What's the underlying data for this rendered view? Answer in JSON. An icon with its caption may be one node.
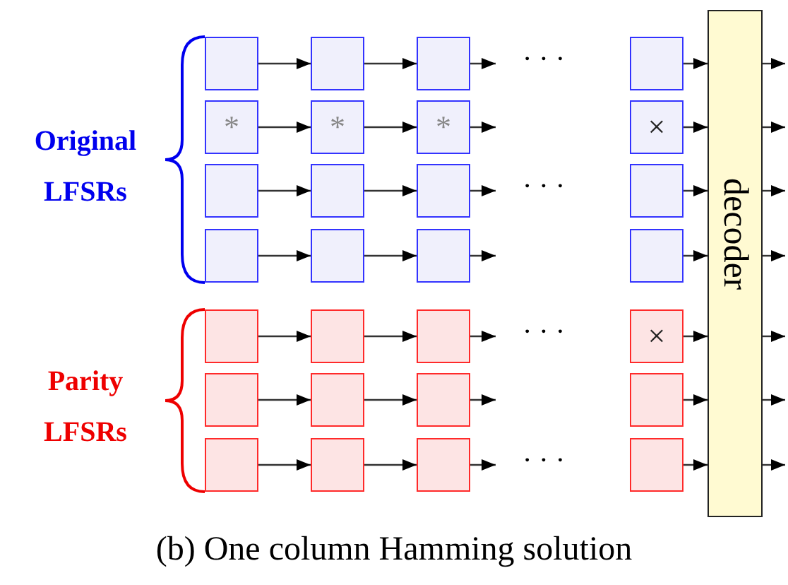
{
  "diagram": {
    "caption": "(b) One column Hamming solution",
    "nodes": [
      {
        "text": [],
        "shape": "box"
      },
      {
        "text": [],
        "shape": "box"
      },
      {
        "text": [],
        "shape": "box"
      },
      {
        "text": [],
        "shape": "box"
      },
      {
        "text": [
          "*"
        ]
      },
      {
        "text": [
          "*"
        ]
      },
      {
        "text": [
          "*"
        ]
      },
      {
        "text": [
          "×"
        ]
      },
      {
        "text": [],
        "shape": "box"
      },
      {
        "text": [],
        "shape": "box"
      },
      {
        "text": [],
        "shape": "box"
      },
      {
        "text": [],
        "shape": "box"
      },
      {
        "text": [],
        "shape": "box"
      },
      {
        "text": [],
        "shape": "box"
      },
      {
        "text": [],
        "shape": "box"
      },
      {
        "text": [],
        "shape": "box"
      },
      {
        "text": [],
        "shape": "box"
      },
      {
        "text": [],
        "shape": "box"
      },
      {
        "text": [],
        "shape": "box"
      },
      {
        "text": [
          "×"
        ]
      },
      {
        "text": [],
        "shape": "box"
      },
      {
        "text": [],
        "shape": "box"
      },
      {
        "text": [],
        "shape": "box"
      },
      {
        "text": [],
        "shape": "box"
      },
      {
        "text": [],
        "shape": "box"
      },
      {
        "text": [],
        "shape": "box"
      },
      {
        "text": [],
        "shape": "box"
      },
      {
        "text": [],
        "shape": "box"
      },
      {
        "text": [
          "decoder"
        ]
      }
    ],
    "edges": [
      {
        "from": 0,
        "to": 1,
        "arrow": "to"
      },
      {
        "from": 1,
        "to": 2,
        "arrow": "to"
      },
      {
        "from": 2,
        "to": null,
        "arrow": "to"
      },
      {
        "from": 3,
        "to": 28,
        "arrow": "to"
      },
      {
        "from": 28,
        "to": null,
        "arrow": "to"
      },
      {
        "from": 4,
        "to": 5,
        "arrow": "to"
      },
      {
        "from": 5,
        "to": 6,
        "arrow": "to"
      },
      {
        "from": 6,
        "to": null,
        "arrow": "to"
      },
      {
        "from": 7,
        "to": 28,
        "arrow": "to"
      },
      {
        "from": 28,
        "to": null,
        "arrow": "to"
      },
      {
        "from": 8,
        "to": 9,
        "arrow": "to"
      },
      {
        "from": 9,
        "to": 10,
        "arrow": "to"
      },
      {
        "from": 10,
        "to": null,
        "arrow": "to"
      },
      {
        "from": 11,
        "to": 28,
        "arrow": "to"
      },
      {
        "from": 28,
        "to": null,
        "arrow": "to"
      },
      {
        "from": 12,
        "to": 13,
        "arrow": "to"
      },
      {
        "from": 13,
        "to": 14,
        "arrow": "to"
      },
      {
        "from": 14,
        "to": null,
        "arrow": "to"
      },
      {
        "from": 15,
        "to": 28,
        "arrow": "to"
      },
      {
        "from": 28,
        "to": null,
        "arrow": "to"
      },
      {
        "from": 16,
        "to": 17,
        "arrow": "to"
      },
      {
        "from": 17,
        "to": 18,
        "arrow": "to"
      },
      {
        "from": 18,
        "to": null,
        "arrow": "to"
      },
      {
        "from": 19,
        "to": 28,
        "arrow": "to"
      },
      {
        "from": 28,
        "to": null,
        "arrow": "to"
      },
      {
        "from": 20,
        "to": 21,
        "arrow": "to"
      },
      {
        "from": 21,
        "to": 22,
        "arrow": "to"
      },
      {
        "from": 22,
        "to": null,
        "arrow": "to"
      },
      {
        "from": 23,
        "to": 28,
        "arrow": "to"
      },
      {
        "from": 28,
        "to": null,
        "arrow": "to"
      },
      {
        "from": 24,
        "to": 25,
        "arrow": "to"
      },
      {
        "from": 25,
        "to": 26,
        "arrow": "to"
      },
      {
        "from": 26,
        "to": null,
        "arrow": "to"
      },
      {
        "from": 27,
        "to": 28,
        "arrow": "to"
      },
      {
        "from": 28,
        "to": null,
        "arrow": "to"
      }
    ],
    "labels": [
      "Original LFSRs",
      "Parity LFSRs",
      "· · ·",
      "· · ·",
      "· · ·",
      "· · ·"
    ]
  }
}
